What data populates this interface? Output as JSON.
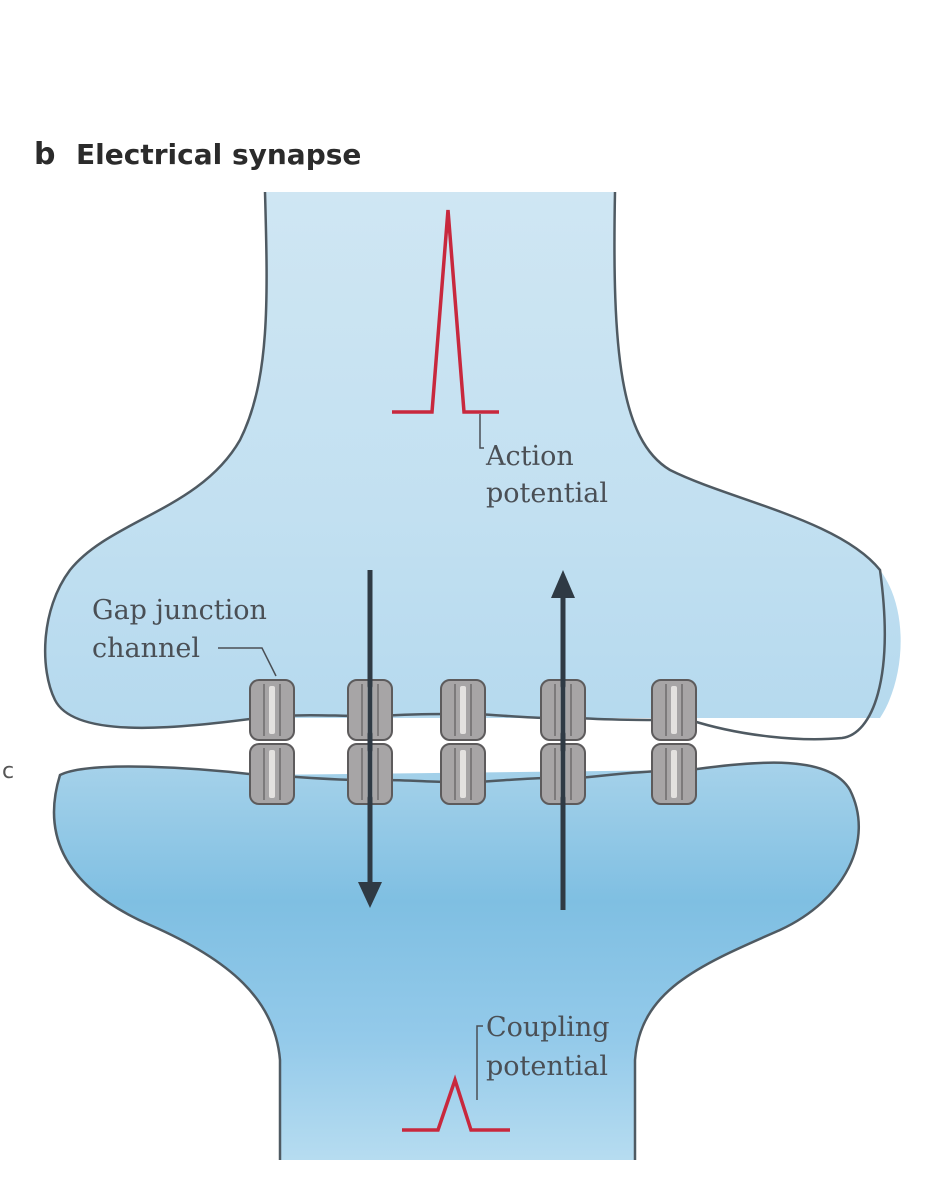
{
  "panel": {
    "letter": "b",
    "title": "Electrical synapse"
  },
  "labels": {
    "action_potential": [
      "Action",
      "potential"
    ],
    "gap_junction": [
      "Gap junction",
      "channel"
    ],
    "coupling_potential": [
      "Coupling",
      "potential"
    ],
    "edge_fragment": "c"
  },
  "colors": {
    "upper_cell_fill": "#cfe6f3",
    "lower_cell_fill": "#7cbde0",
    "membrane": "#4f5a62",
    "trace": "#c8283d",
    "arrow": "#2f3a44",
    "channel_fill": "#a7a5a6",
    "channel_core": "#e3e1df"
  },
  "flow_arrows": [
    {
      "direction": "down"
    },
    {
      "direction": "up"
    }
  ],
  "gap_junction_channel_count": 5
}
